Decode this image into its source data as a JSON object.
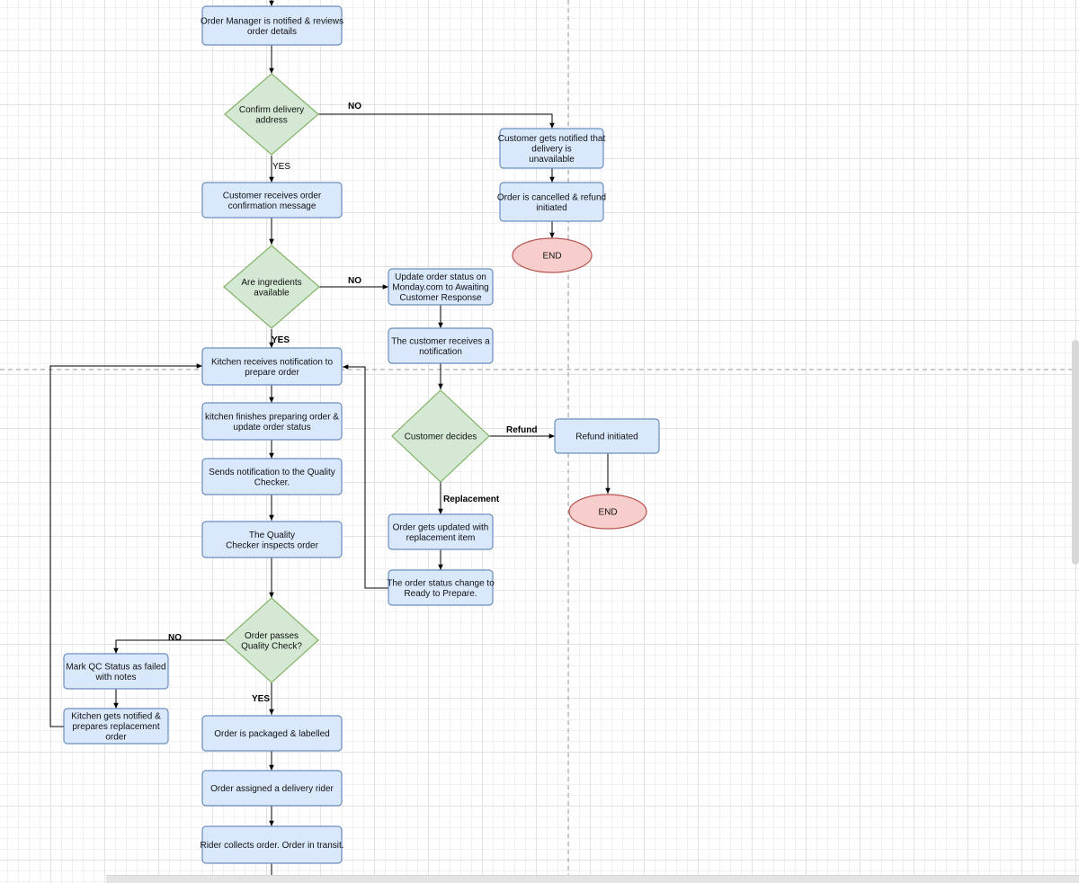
{
  "colors": {
    "process_fill": "#dae8fc",
    "process_stroke": "#6c8ebf",
    "decision_fill": "#d5e8d4",
    "decision_stroke": "#82b366",
    "end_fill": "#f8cecc",
    "end_stroke": "#b85450",
    "edge": "#000000"
  },
  "nodes": {
    "om_review": [
      "Order Manager is notified & reviews",
      "order details"
    ],
    "confirm_address": [
      "Confirm delivery",
      "address"
    ],
    "cust_unavailable": [
      "Customer gets notified that",
      "delivery is",
      "unavailable"
    ],
    "order_cancelled": [
      "Order is cancelled & refund",
      "initiated"
    ],
    "end_1": [
      "END"
    ],
    "cust_confirmation": [
      "Customer receives  order",
      "confirmation message"
    ],
    "ingredients": [
      "Are ingredients",
      "available"
    ],
    "update_status": [
      "Update order status on",
      "Monday.com to Awaiting",
      "Customer Response"
    ],
    "cust_notification": [
      "The customer receives a",
      "notification"
    ],
    "kitchen_notified": [
      "Kitchen receives notification to",
      "prepare order"
    ],
    "kitchen_finishes": [
      "kitchen finishes preparing order &",
      "update order status"
    ],
    "send_qc": [
      "Sends notification to the Quality",
      "Checker."
    ],
    "customer_decides": [
      "Customer decides"
    ],
    "refund_initiated": [
      "Refund initiated"
    ],
    "end_2": [
      "END"
    ],
    "qc_inspects": [
      "The Quality",
      "Checker inspects order"
    ],
    "order_updated": [
      "Order gets updated with",
      "replacement item"
    ],
    "status_ready": [
      "The order status change to",
      "Ready to Prepare."
    ],
    "qc_pass": [
      "Order passes",
      "Quality Check?"
    ],
    "mark_failed": [
      "Mark QC Status as failed",
      "with notes"
    ],
    "kitchen_replacement": [
      "Kitchen gets notified &",
      "prepares replacement",
      "order"
    ],
    "packaged": [
      "Order is packaged & labelled"
    ],
    "rider_assigned": [
      "Order assigned a delivery rider"
    ],
    "rider_collects": [
      "Rider collects order. Order in transit."
    ]
  },
  "edge_labels": {
    "address_no": "NO",
    "address_yes": "YES",
    "ingredients_no": "NO",
    "ingredients_yes": "YES",
    "decide_refund": "Refund",
    "decide_replacement": "Replacement",
    "qc_no": "NO",
    "qc_yes": "YES"
  }
}
